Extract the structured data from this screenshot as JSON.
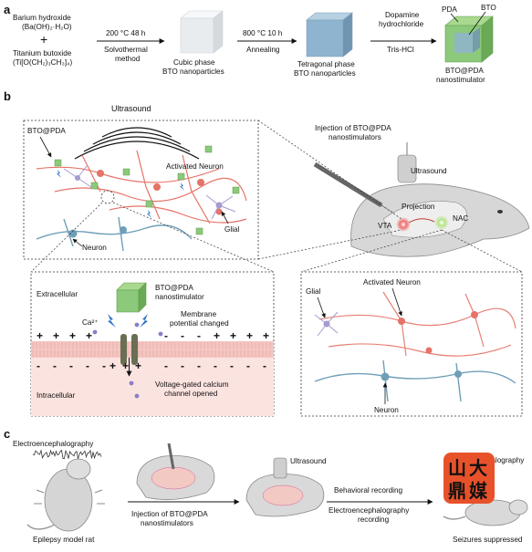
{
  "panel_labels": {
    "a": "a",
    "b": "b",
    "c": "c"
  },
  "panel_a": {
    "reactant1": "Barium hydroxide",
    "reactant1_formula": "(Ba(OH)₂·H₂O)",
    "plus": "+",
    "reactant2": "Titanium butoxide",
    "reactant2_formula": "(Ti[O(CH₂)₃CH₃]₄)",
    "step1_conditions": "200 °C  48 h",
    "step1_method": "Solvothermal",
    "step1_method2": "method",
    "product1_line1": "Cubic phase",
    "product1_line2": "BTO nanoparticles",
    "step2_conditions": "800 °C  10 h",
    "step2_method": "Annealing",
    "product2_line1": "Tetragonal phase",
    "product2_line2": "BTO nanoparticles",
    "step3_line1": "Dopamine",
    "step3_line2": "hydrochloride",
    "step3_line3": "Tris-HCl",
    "pda_label": "PDA",
    "bto_label": "BTO",
    "product3_line1": "BTO@PDA",
    "product3_line2": "nanostimulator"
  },
  "panel_b": {
    "ultrasound_top": "Ultrasound",
    "bto_pda": "BTO@PDA",
    "activated_neuron": "Activated Neuron",
    "glial": "Glial",
    "neuron": "Neuron",
    "injection_line1": "Injection of BTO@PDA",
    "injection_line2": "nanostimulators",
    "ultrasound_head": "Ultrasound",
    "projection": "Projection",
    "vta": "VTA",
    "nac": "NAC",
    "extracellular": "Extracellular",
    "nano_line1": "BTO@PDA",
    "nano_line2": "nanostimulator",
    "ca": "Ca²⁺",
    "membrane_line1": "Membrane",
    "membrane_line2": "potential changed",
    "intracellular": "Intracellular",
    "channel_line1": "Voltage-gated calcium",
    "channel_line2": "channel opened",
    "zoom_glial": "Glial",
    "zoom_activated": "Activated Neuron",
    "zoom_neuron": "Neuron"
  },
  "panel_c": {
    "eeg": "Electroencephalography",
    "model": "Epilepsy model rat",
    "injection_line1": "Injection of BTO@PDA",
    "injection_line2": "nanostimulators",
    "ultrasound": "Ultrasound",
    "behavioral": "Behavioral recording",
    "eeg_line1": "Electroencephalography",
    "eeg_line2": "recording",
    "eeg_right": "Electroencephalography",
    "suppressed": "Seizures suppressed",
    "watermark_chars": [
      "山",
      "大",
      "鼎",
      "媒"
    ]
  },
  "colors": {
    "cube_white": "#e9ecef",
    "cube_blue": "#8fb4cf",
    "cube_green": "#8cc97a",
    "neuron_red": "#e57368",
    "neuron_blue": "#6f9fb8",
    "glial_purple": "#a79ad0",
    "membrane_pink": "#f3c6c2",
    "intracellular_bg": "#fbe3e0",
    "lightning_blue": "#2f73c9",
    "watermark_orange": "#e8522a"
  }
}
